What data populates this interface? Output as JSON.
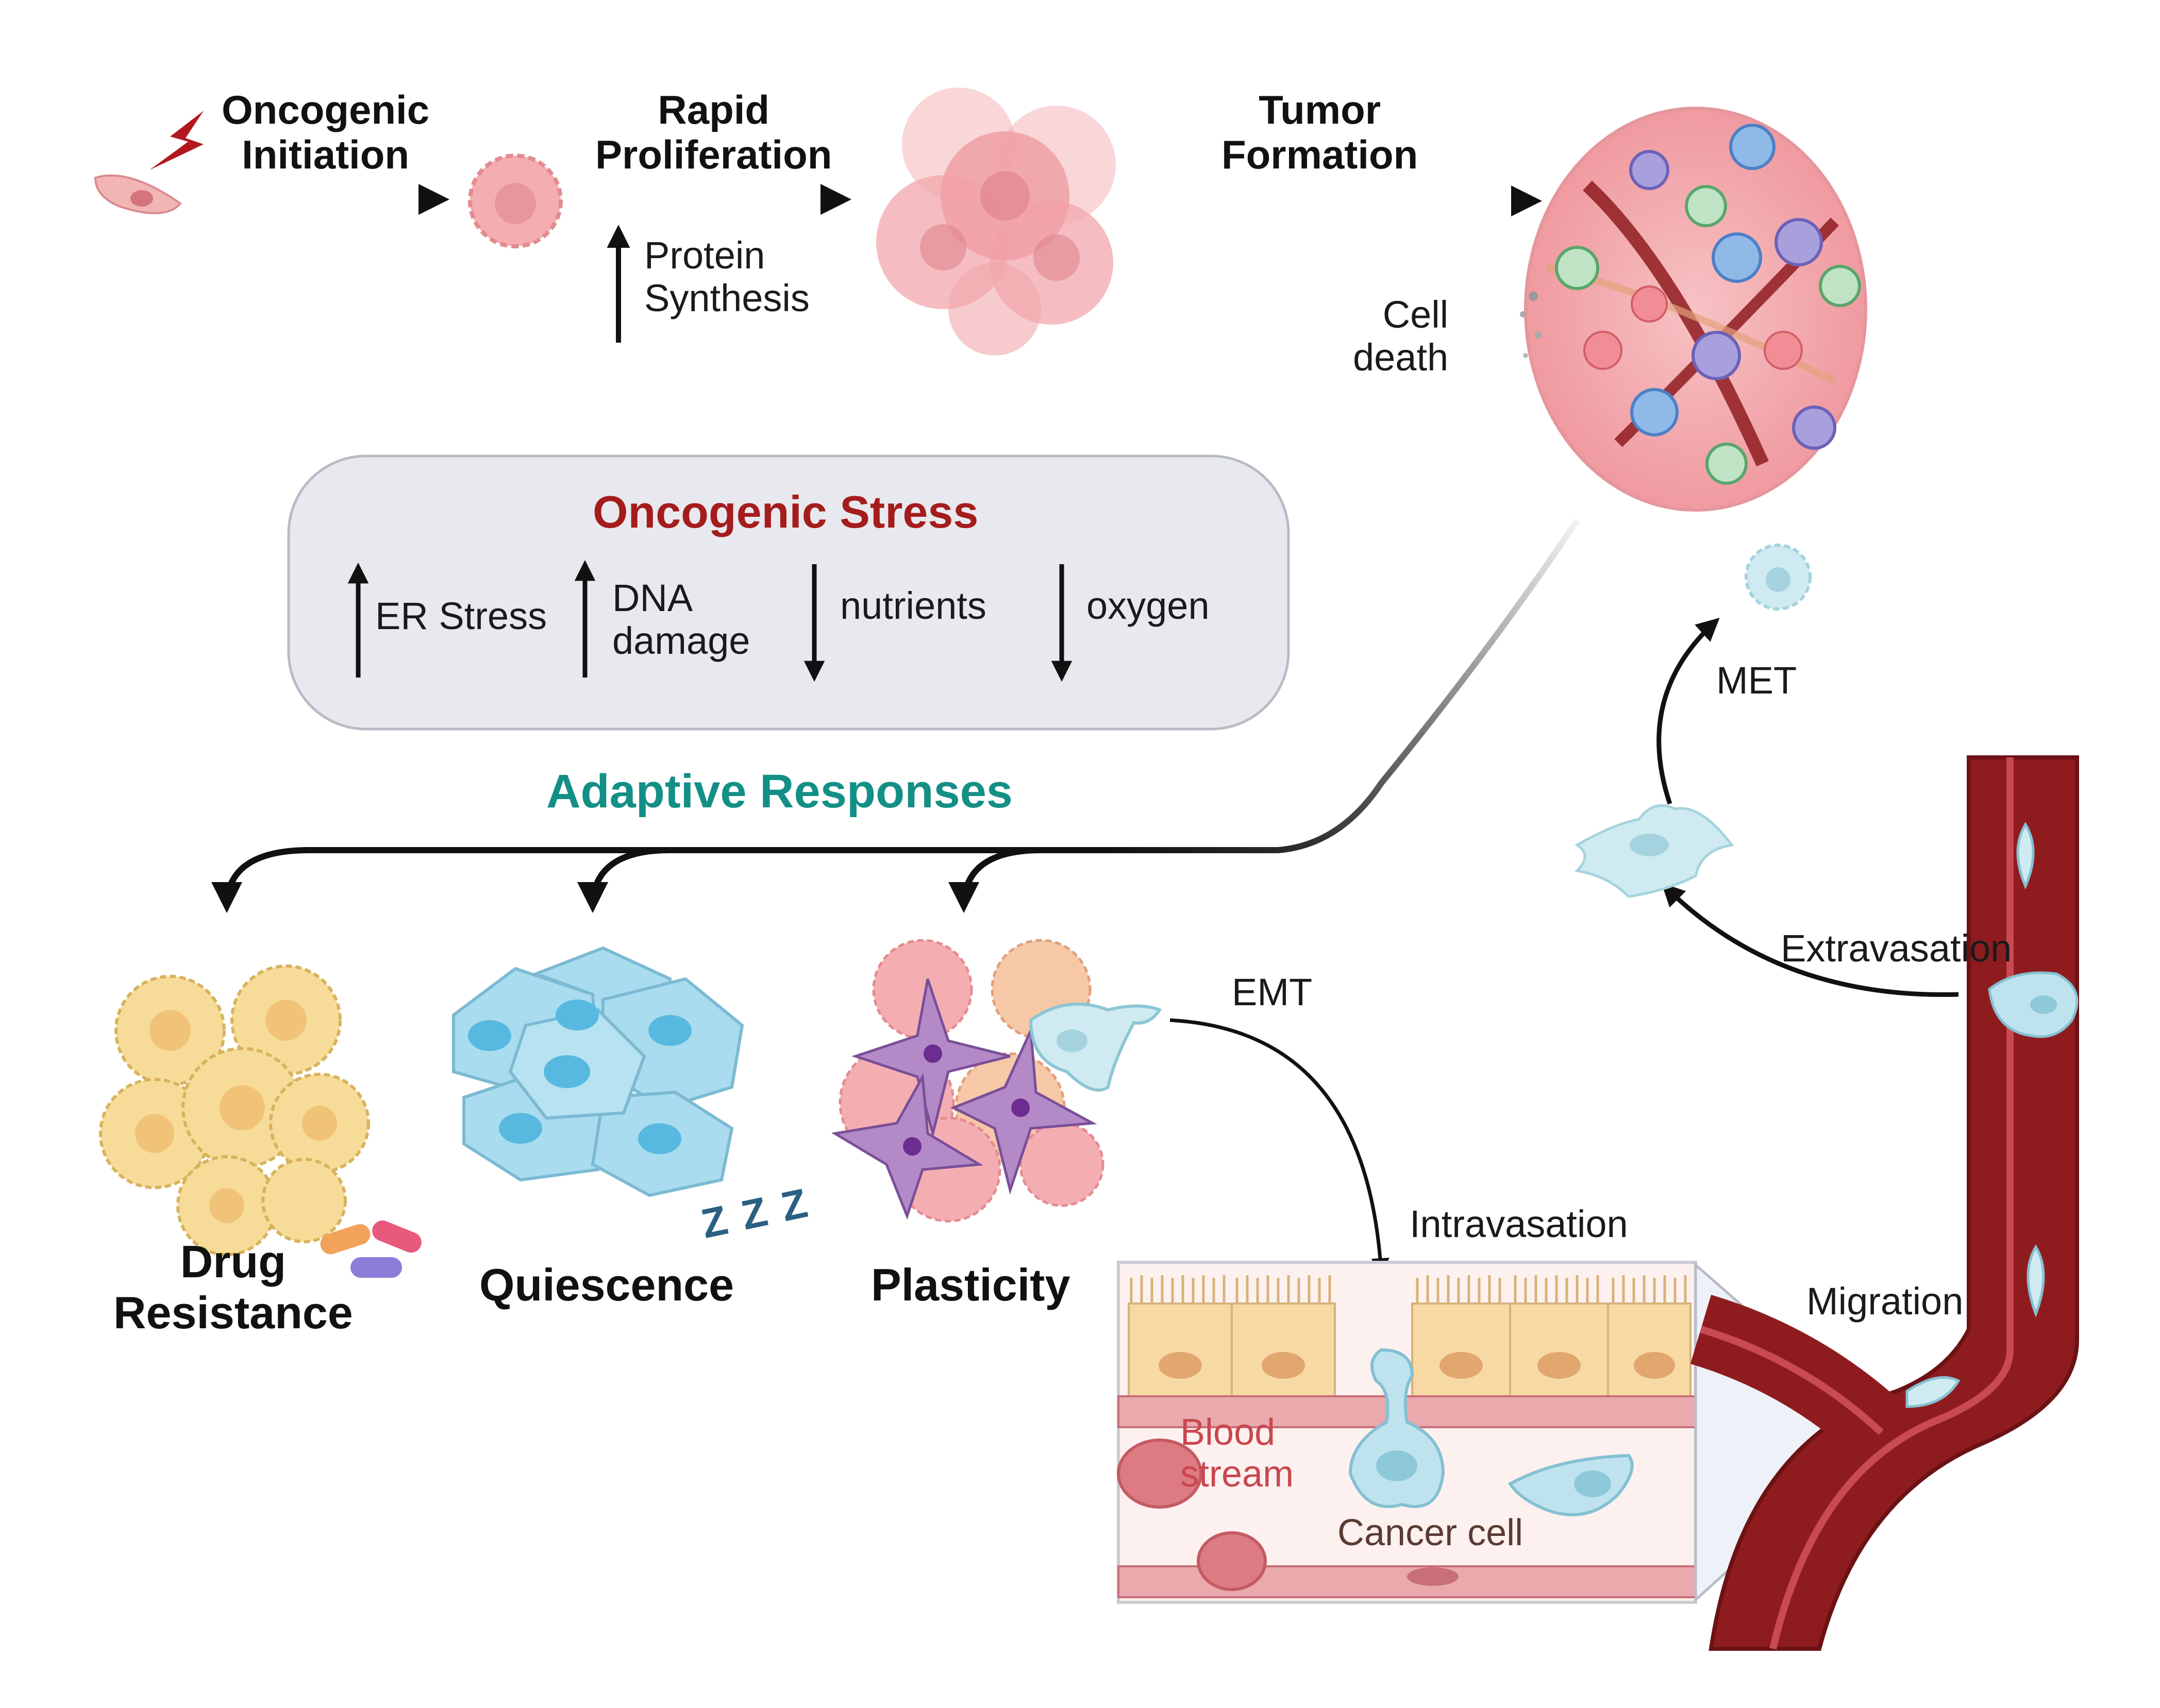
{
  "stages": {
    "oncogenic_initiation": "Oncogenic\nInitiation",
    "rapid_proliferation": "Rapid\nProliferation",
    "tumor_formation": "Tumor\nFormation",
    "protein_synthesis": "Protein\nSynthesis",
    "cell_death": "Cell\ndeath"
  },
  "stress_panel": {
    "title": "Oncogenic Stress",
    "items": [
      {
        "label": "ER Stress",
        "direction": "up"
      },
      {
        "label": "DNA\ndamage",
        "direction": "up"
      },
      {
        "label": "nutrients",
        "direction": "down"
      },
      {
        "label": "oxygen",
        "direction": "down"
      }
    ]
  },
  "adaptive": {
    "title": "Adaptive Responses",
    "outcomes": [
      "Drug\nResistance",
      "Quiescence",
      "Plasticity"
    ]
  },
  "metastasis": {
    "emt": "EMT",
    "intravasation": "Intravasation",
    "migration": "Migration",
    "extravasation": "Extravasation",
    "met": "MET",
    "blood_stream": "Blood\nstream",
    "cancer_cell": "Cancer cell",
    "zzz": "Z Z Z"
  },
  "colors": {
    "stress_title": "#a51c1c",
    "adaptive_title": "#138f86",
    "tumor_cell": "#f2a8ac",
    "drug_resistant_cell": "#f6dc98",
    "quiescent_cell": "#a9dcee",
    "mesenchymal_cell": "#b38ac7",
    "circulating_cell": "#cfeaf0",
    "vessel_wall": "#8e1c1f",
    "endothelium": "#f7d9a4",
    "lightning": "#b3181f"
  }
}
